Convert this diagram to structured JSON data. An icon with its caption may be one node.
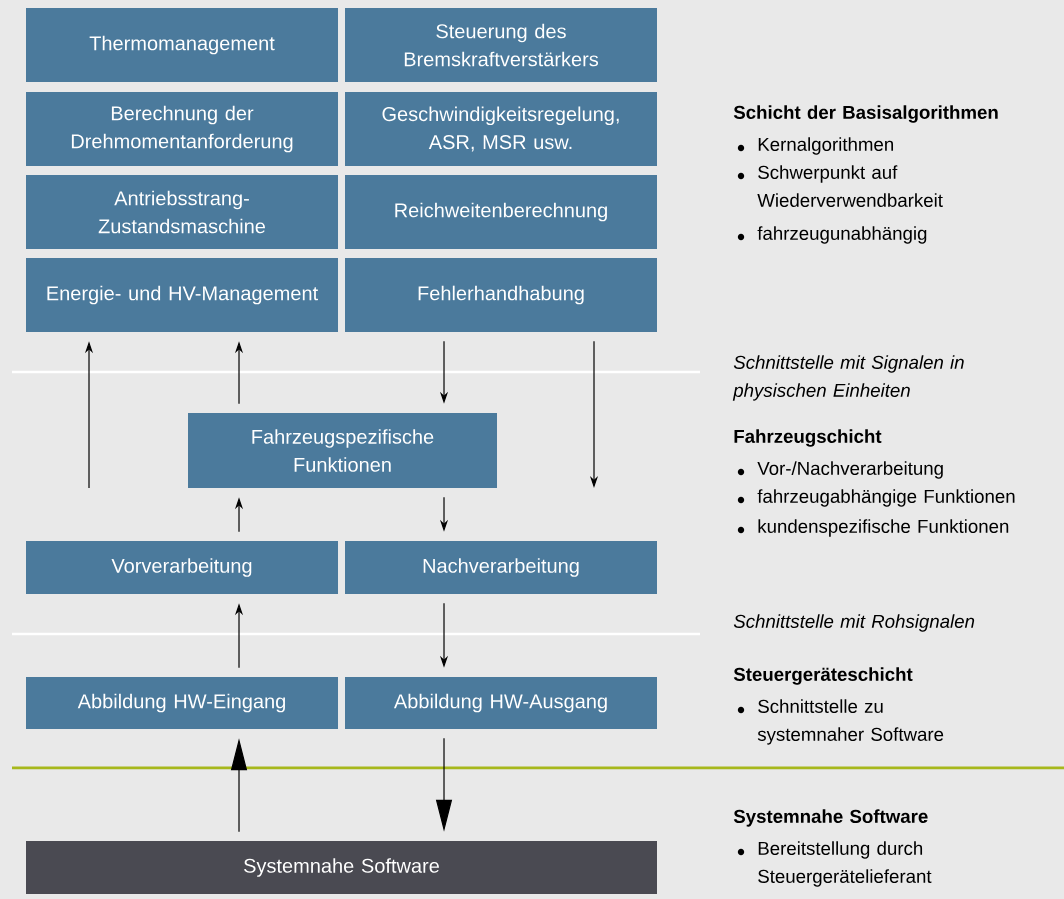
{
  "diagram": {
    "nodes": [
      {
        "text": [
          "Thermomanagement"
        ]
      },
      {
        "text": [
          "Steuerung des Bremskraftverstärkers"
        ]
      },
      {
        "text": [
          "Berechnung der Drehmomentanforderung"
        ]
      },
      {
        "text": [
          "Geschwindigkeitsregelung, ASR, MSR usw."
        ]
      },
      {
        "text": [
          "Antriebsstrang- Zustandsmaschine"
        ]
      },
      {
        "text": [
          "Reichweitenberechnung"
        ]
      },
      {
        "text": [
          "Energie- und HV-Management"
        ]
      },
      {
        "text": [
          "Fehlerhandhabung"
        ]
      },
      {
        "text": [
          "Fahrzeugspezifische Funktionen"
        ]
      },
      {
        "text": [
          "Vorverarbeitung"
        ]
      },
      {
        "text": [
          "Nachverarbeitung"
        ]
      },
      {
        "text": [
          "Abbildung HW-Eingang"
        ]
      },
      {
        "text": [
          "Abbildung HW-Ausgang"
        ]
      },
      {
        "text": [
          "Systemnahe Software"
        ]
      }
    ],
    "edges": [
      {
        "from": null,
        "to": 6,
        "arrow": "to"
      },
      {
        "from": 8,
        "to": 6,
        "arrow": "to"
      },
      {
        "from": 7,
        "to": 8,
        "arrow": "to"
      },
      {
        "from": 7,
        "to": null,
        "arrow": "to"
      },
      {
        "from": 9,
        "to": 8,
        "arrow": "to"
      },
      {
        "from": 8,
        "to": 10,
        "arrow": "to"
      },
      {
        "from": 11,
        "to": 9,
        "arrow": "to"
      },
      {
        "from": 10,
        "to": 12,
        "arrow": "to"
      },
      {
        "from": 13,
        "to": 11,
        "arrow": "to"
      },
      {
        "from": 12,
        "to": 13,
        "arrow": "to"
      }
    ],
    "labels": [
      "Schicht der Basisalgorithmen",
      "Kernalgorithmen",
      "Schwerpunkt auf Wiederverwendbarkeit",
      "fahrzeugunabhängig",
      "Schnittstelle mit Signalen in physischen Einheiten",
      "Fahrzeugschicht",
      "Vor-/Nachverarbeitung",
      "fahrzeugabhängige Funktionen",
      "kundenspezifische Funktionen",
      "Schnittstelle mit Rohsignalen",
      "Steuergeräteschicht",
      "Schnittstelle zu systemnaher Software",
      "Systemnahe Software",
      "Bereitstellung durch Steuergerätelieferant"
    ]
  }
}
